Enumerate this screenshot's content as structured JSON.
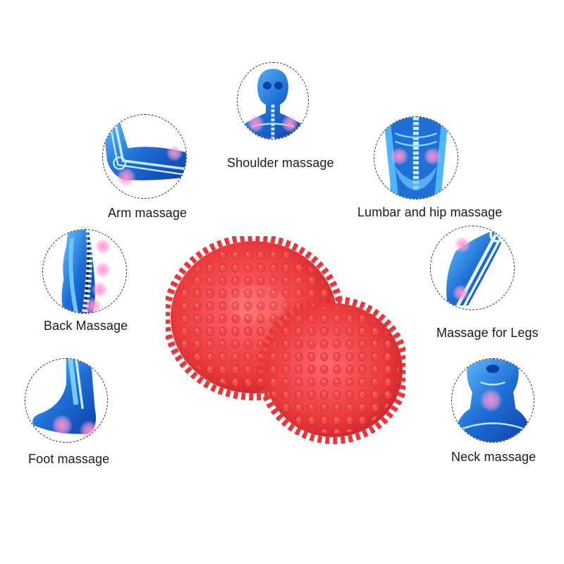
{
  "infographic": {
    "colors": {
      "background": "#ffffff",
      "anatomy_blue": "#1f6fd6",
      "anatomy_light": "#8fd3ff",
      "highlight_pink": "#ff7fc8",
      "ball_red": "#ee3b3f",
      "label_text": "#1a1a1a"
    },
    "product": {
      "name": "spiky-massage-balls",
      "count": 2,
      "color": "red"
    },
    "items": [
      {
        "id": "shoulder",
        "label": "Shoulder massage",
        "icon": "skull-shoulders-icon"
      },
      {
        "id": "arm",
        "label": "Arm massage",
        "icon": "elbow-arm-icon"
      },
      {
        "id": "lumbar",
        "label": "Lumbar and hip massage",
        "icon": "spine-pelvis-icon"
      },
      {
        "id": "back",
        "label": "Back Massage",
        "icon": "back-spine-icon"
      },
      {
        "id": "legs",
        "label": "Massage for Legs",
        "icon": "leg-knee-icon"
      },
      {
        "id": "foot",
        "label": "Foot massage",
        "icon": "foot-heel-icon"
      },
      {
        "id": "neck",
        "label": "Neck massage",
        "icon": "neck-throat-icon"
      }
    ]
  }
}
